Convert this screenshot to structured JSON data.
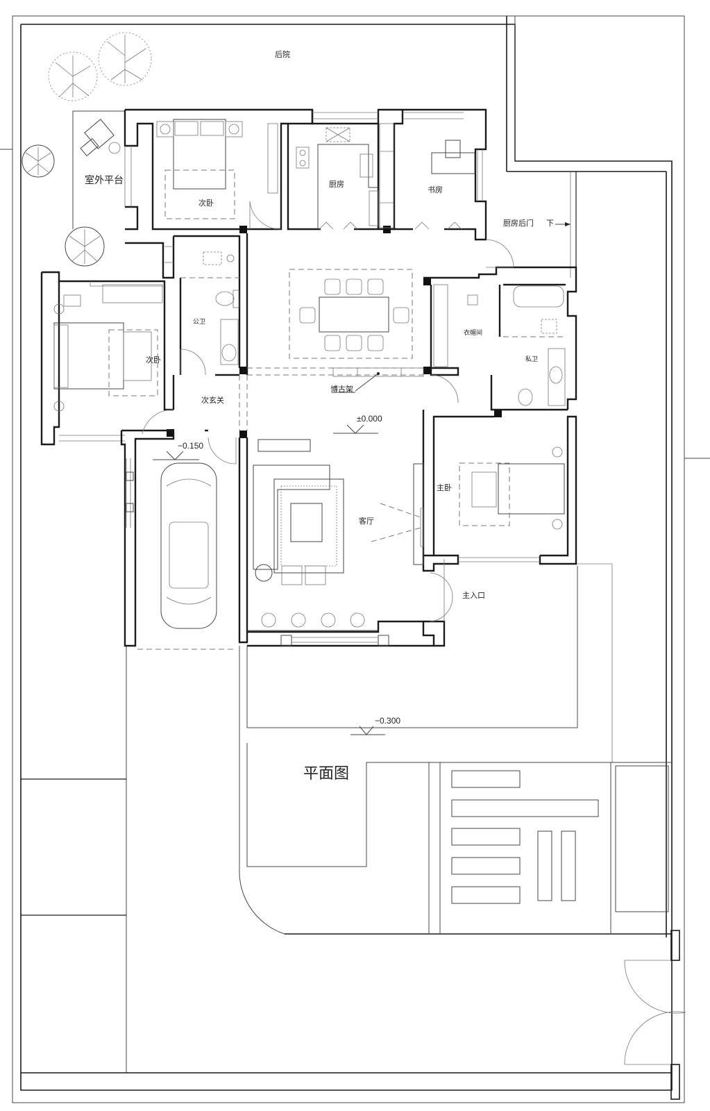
{
  "title": "平面图",
  "colors": {
    "wall": "#1a1a1a",
    "line": "#444444",
    "background": "#ffffff",
    "column": "#111111"
  },
  "rooms": {
    "backyard": "后院",
    "outdoor_terrace": "室外平台",
    "secondary_bedroom_north": "次卧",
    "kitchen": "厨房",
    "study": "书房",
    "kitchen_back_door": "厨房后门",
    "down_arrow_label": "下",
    "public_bathroom": "公卫",
    "secondary_bedroom_west": "次卧",
    "secondary_entrance": "次玄关",
    "display_shelf": "博古架",
    "walk_in_closet": "衣帽间",
    "private_bathroom": "私卫",
    "master_bedroom": "主卧",
    "living_room": "客厅",
    "main_entrance": "主入口"
  },
  "elevations": {
    "interior": "±0.000",
    "garage": "−0.150",
    "yard": "−0.300"
  },
  "furniture_icons": [
    "tree-icon",
    "armchair-icon",
    "bed-icon",
    "nightstand-lamp-icon",
    "wardrobe-icon",
    "stove-icon",
    "sink-icon",
    "refrigerator-icon",
    "desk-icon",
    "chair-icon",
    "dining-table-icon",
    "toilet-icon",
    "washbasin-icon",
    "bathtub-icon",
    "shower-icon",
    "sofa-icon",
    "rug-icon",
    "coffee-table-icon",
    "tv-cabinet-icon",
    "car-icon",
    "bar-stool-icon"
  ]
}
